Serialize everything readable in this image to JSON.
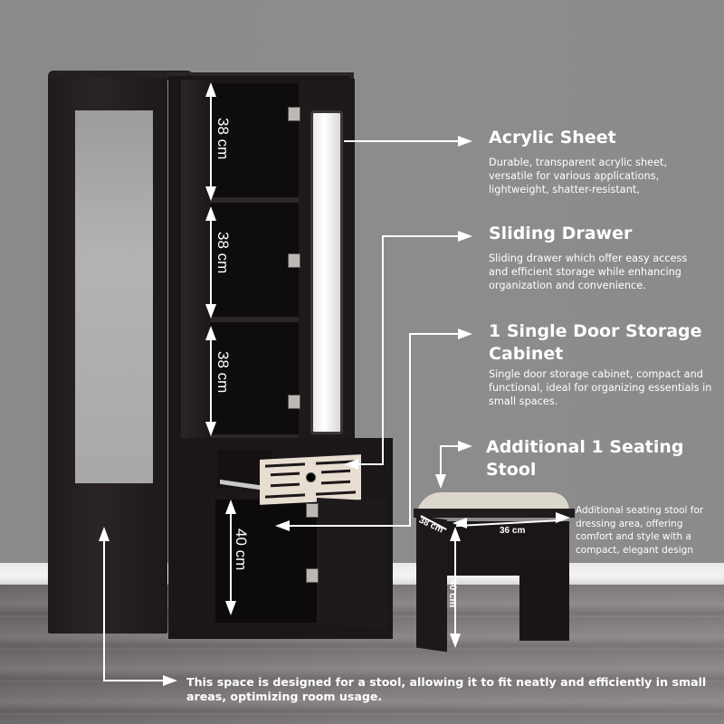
{
  "colors": {
    "wall": "#8b8b8b",
    "floor": "#777172",
    "furniture": "#1b1718",
    "drawer_front": "#e7ddd0",
    "stool_cushion": "#dcd7cc",
    "annotation": "#ffffff"
  },
  "dimensions": {
    "shelf_1": "38 cm",
    "shelf_2": "38 cm",
    "shelf_3": "38 cm",
    "lower_cabinet": "40 cm",
    "stool_depth": "38 cm",
    "stool_width": "36 cm",
    "stool_height": "40 cm"
  },
  "callouts": [
    {
      "title": "Acrylic Sheet",
      "body": "Durable, transparent acrylic sheet, versatile for various applications, lightweight, shatter-resistant,"
    },
    {
      "title": "Sliding Drawer",
      "body": "Sliding drawer which offer easy access and efficient storage while enhancing organization and convenience."
    },
    {
      "title": "1 Single Door Storage Cabinet",
      "body": "Single door storage cabinet, compact and functional, ideal for organizing essentials in small spaces."
    },
    {
      "title": "Additional 1 Seating Stool",
      "body": "Additional seating stool for dressing area, offering comfort and style with a compact, elegant design"
    }
  ],
  "bottom_note": "This space is designed for a stool, allowing it to fit neatly and efficiently in small areas, optimizing room usage."
}
